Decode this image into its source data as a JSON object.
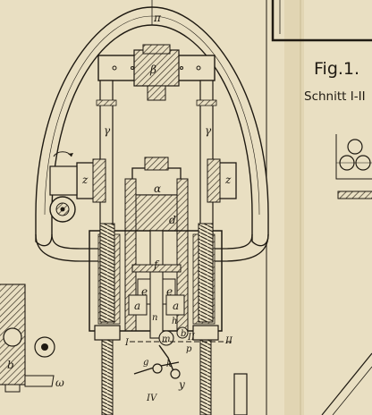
{
  "figure": {
    "title": "Fig.1.",
    "section": "Schnitt I-II"
  },
  "labels": {
    "pi": "π",
    "beta": "β",
    "alpha": "α",
    "gamma_left": "γ",
    "gamma_right": "γ",
    "z_left": "z",
    "z_right": "z",
    "d": "d",
    "f": "f",
    "e_left": "e",
    "e_right": "e",
    "a_left": "a",
    "a_right": "a",
    "n": "n",
    "h": "h",
    "m": "m",
    "b": "b",
    "p": "p",
    "y": "y",
    "g": "g",
    "k": "k",
    "I": "I",
    "II": "II",
    "III": "II",
    "IV": "IV",
    "omega": "ω",
    "b_left": "b"
  },
  "colors": {
    "paper": "#e9dfc2",
    "ink": "#1f1a12",
    "hatch": "#3a3225"
  }
}
